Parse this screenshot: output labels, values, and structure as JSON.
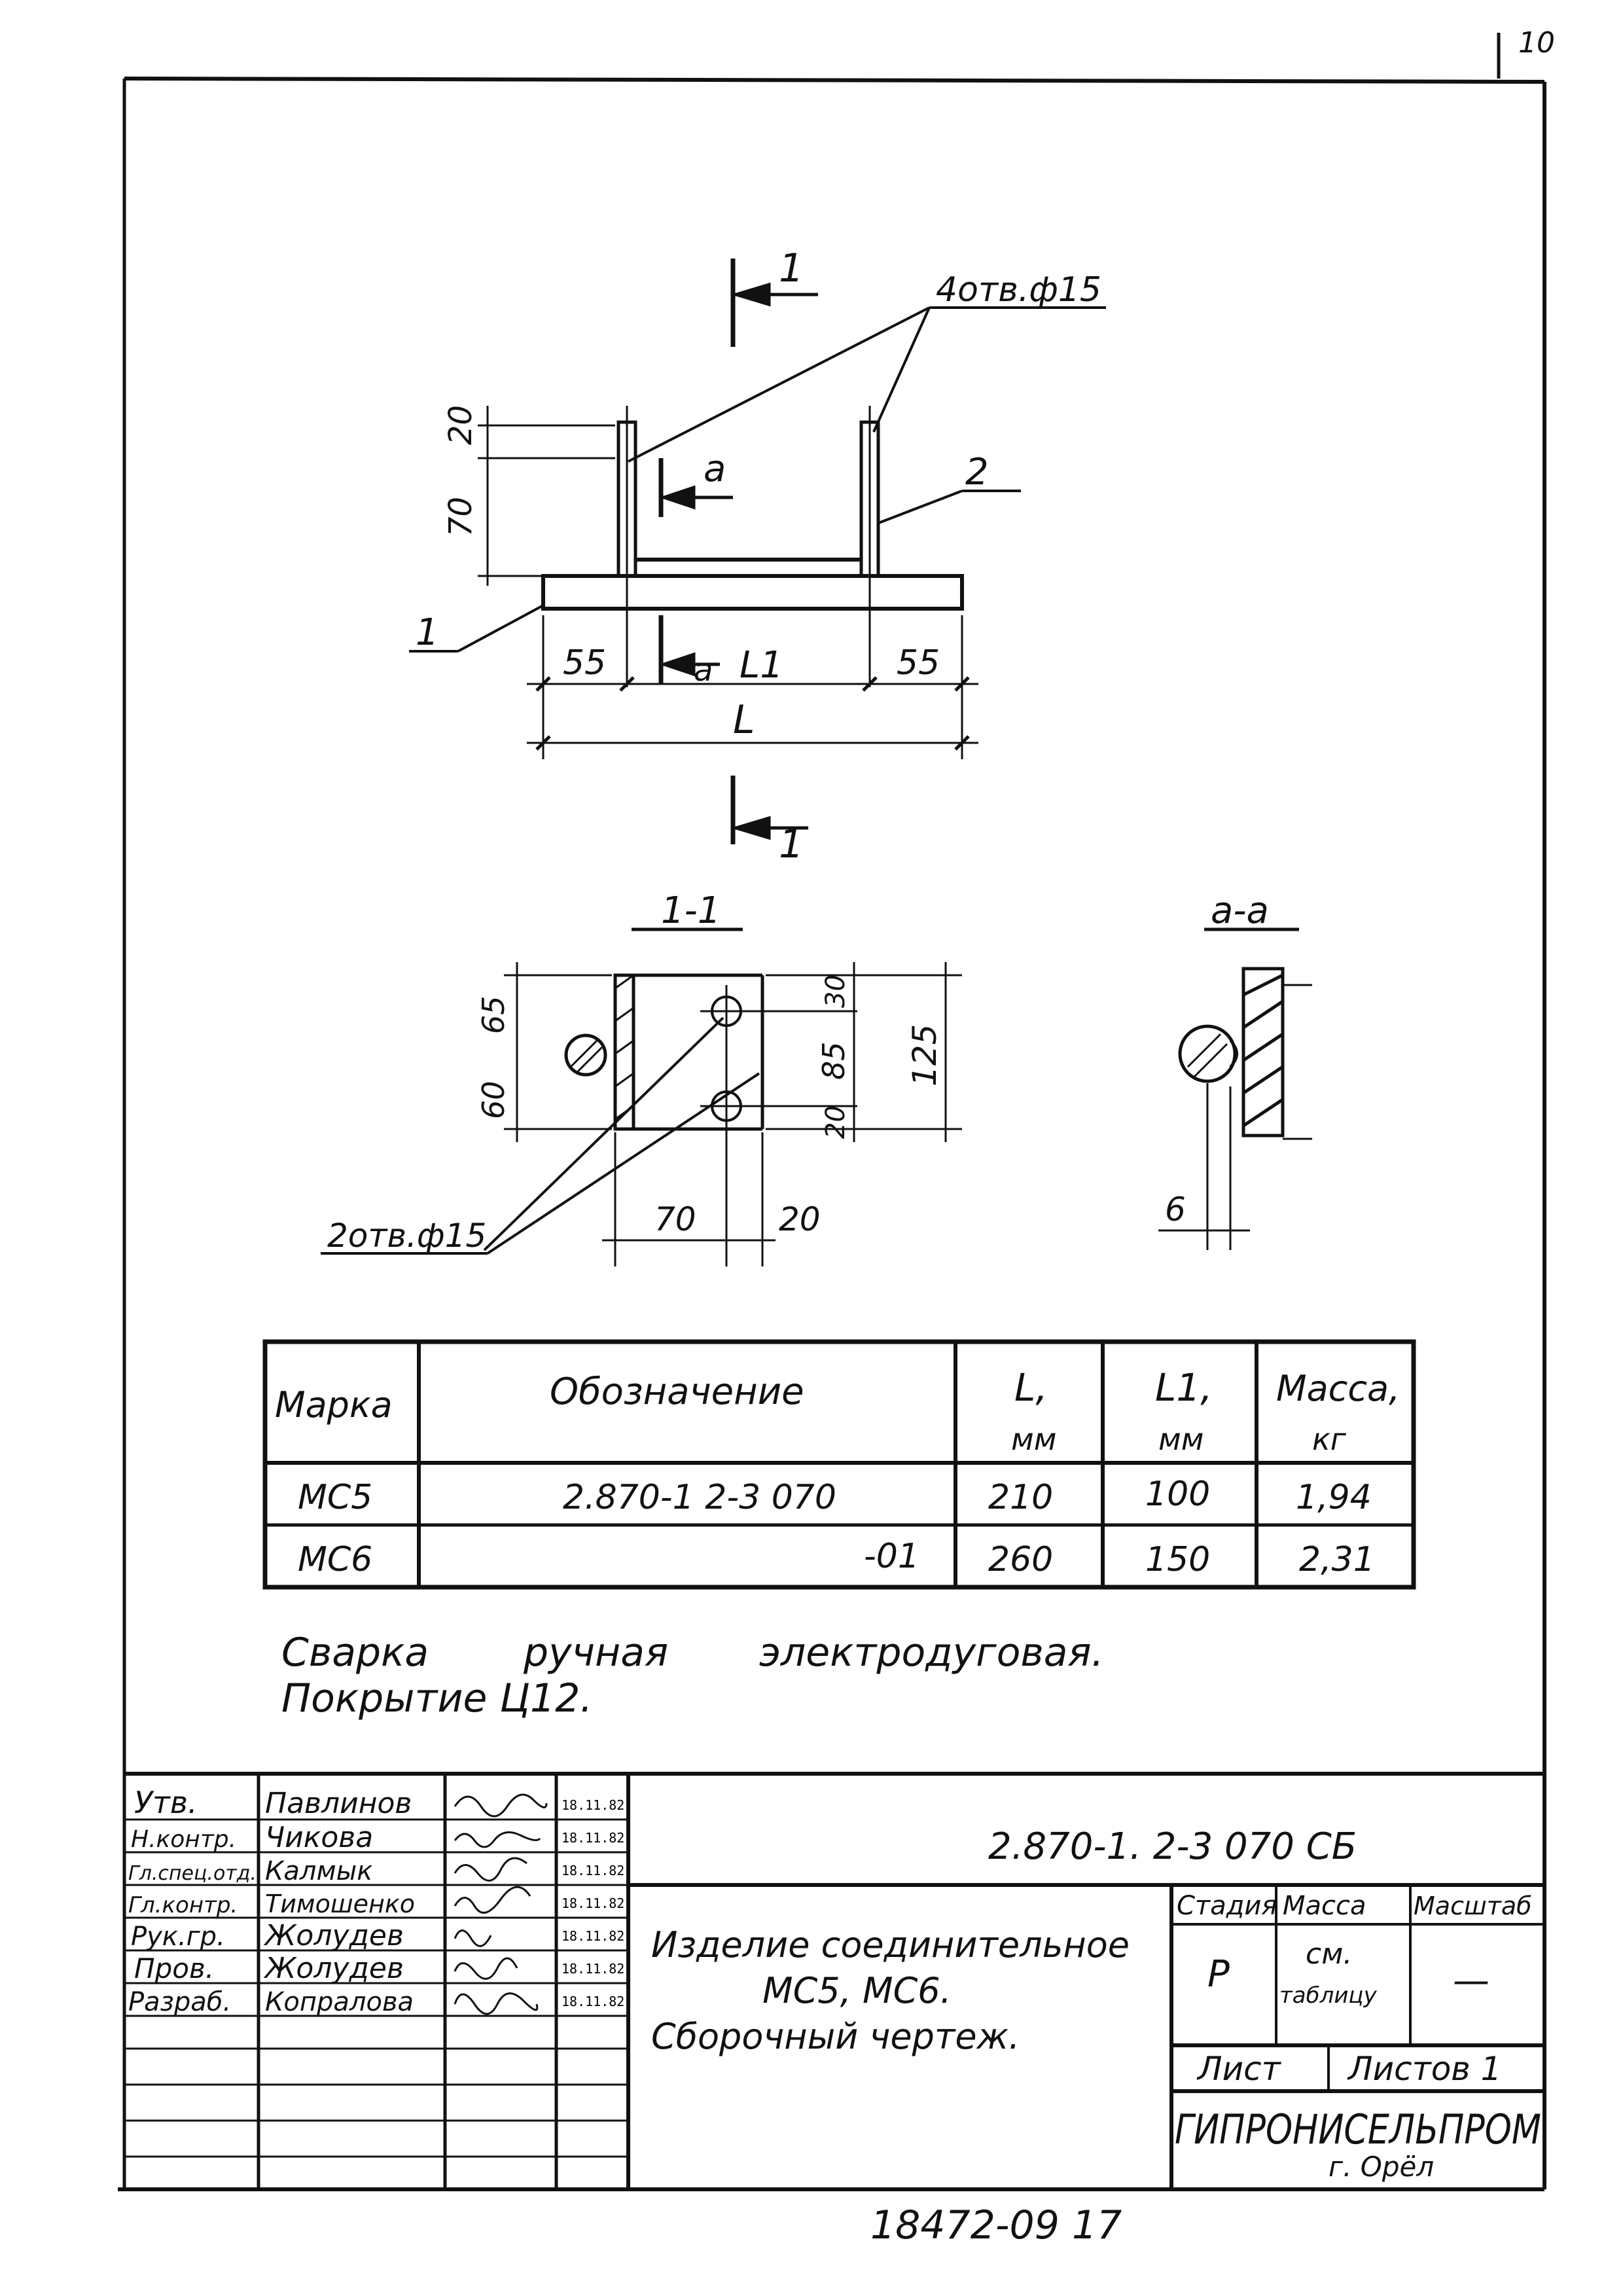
{
  "sheet_corner_number": "10",
  "plan_view": {
    "section_mark_top": "1",
    "section_mark_bottom": "1",
    "holes_callout": "4отв.ф15",
    "detail_mark_top": "a",
    "detail_mark_bottom": "a",
    "dim_20": "20",
    "dim_70": "70",
    "part_1": "1",
    "part_2": "2",
    "dim_55_left": "55",
    "dim_55_right": "55",
    "dim_L1": "L1",
    "dim_L": "L"
  },
  "section_1_1": {
    "title": "1-1",
    "dim_65": "65",
    "dim_60": "60",
    "dim_30": "30",
    "dim_85": "85",
    "dim_20_v": "20",
    "dim_125": "125",
    "dim_70": "70",
    "dim_20_h": "20",
    "holes_callout": "2отв.ф15"
  },
  "section_a_a": {
    "title": "a-a",
    "dim_6": "6"
  },
  "spec_table": {
    "headers": [
      "Марка",
      "Обозначение",
      "L,",
      "L1,",
      "Масса,"
    ],
    "units": [
      "",
      "",
      "мм",
      "мм",
      "кг"
    ],
    "rows": [
      [
        "МС5",
        "2.870-1 2-3 070",
        "210",
        "100",
        "1,94"
      ],
      [
        "МС6",
        "-01",
        "260",
        "150",
        "2,31"
      ]
    ]
  },
  "notes": {
    "line1_a": "Сварка",
    "line1_b": "ручная",
    "line1_c": "электродуговая.",
    "line2": "Покрытие Ц12."
  },
  "title_block": {
    "roles": [
      "Утв.",
      "Н.контр.",
      "Гл.спец.отд.",
      "Гл.контр.",
      "Рук.гр.",
      "Пров.",
      "Разраб."
    ],
    "names": [
      "Павлинов",
      "Чикова",
      "Калмык",
      "Тимошенко",
      "Жолудев",
      "Жолудев",
      "Копралова"
    ],
    "dates": [
      "18.11.82",
      "18.11.82",
      "18.11.82",
      "18.11.82",
      "18.11.82",
      "18.11.82",
      "18.11.82"
    ],
    "doc_number": "2.870-1.   2-3 070 СБ",
    "title_line1": "Изделие соединительное",
    "title_line2": "МС5, МС6.",
    "title_line3": "Сборочный  чертеж.",
    "stage_label": "Стадия",
    "mass_label": "Масса",
    "scale_label": "Масштаб",
    "stage_value": "Р",
    "mass_value_1": "см.",
    "mass_value_2": "таблицу",
    "scale_value": "—",
    "sheet_label": "Лист",
    "sheets_label": "Листов 1",
    "org_name": "ГИПРОНИСЕЛЬПРОМ",
    "org_city": "г. Орёл"
  },
  "archive_number": "18472-09   17"
}
